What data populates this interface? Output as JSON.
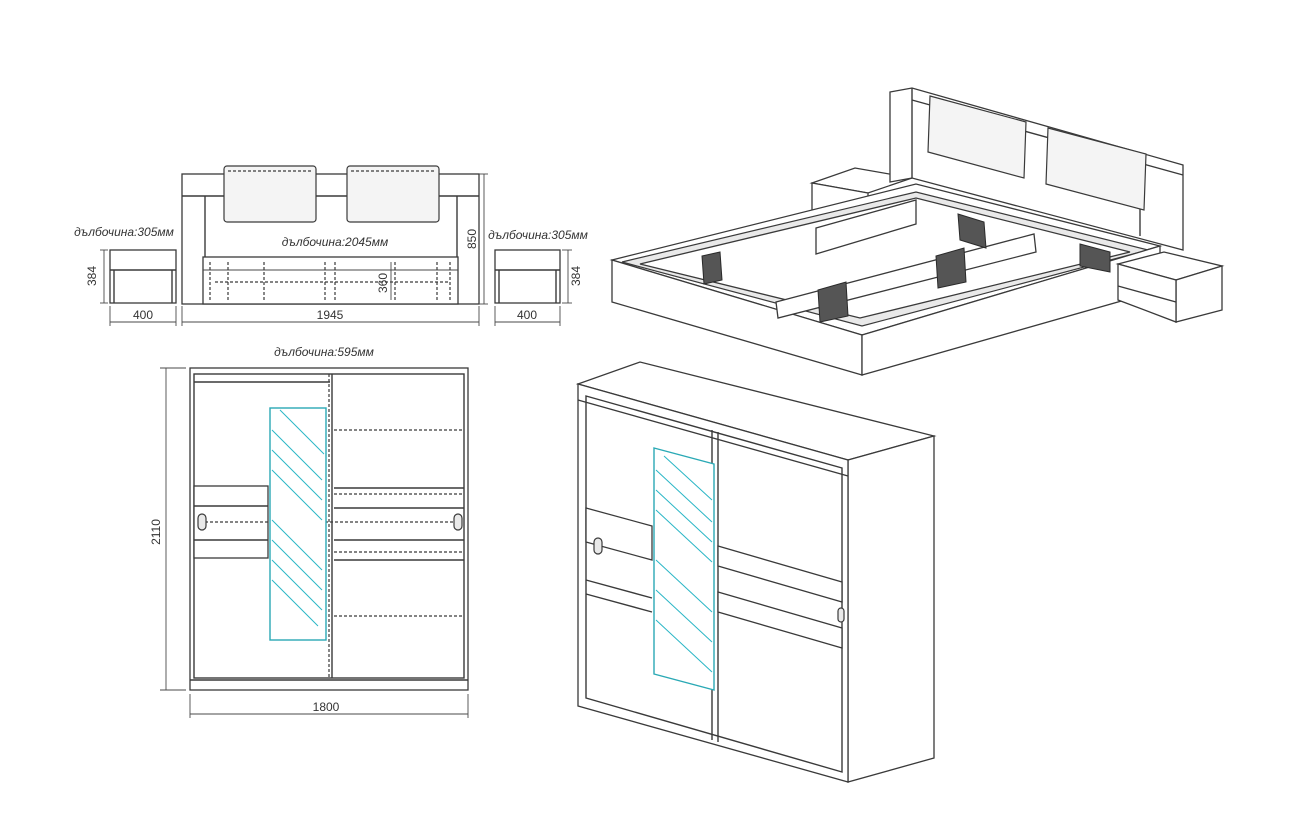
{
  "labels": {
    "nightstand_depth_left": "дълбочина:305мм",
    "nightstand_depth_right": "дълбочина:305мм",
    "bed_depth": "дълбочина:2045мм",
    "wardrobe_depth": "дълбочина:595мм"
  },
  "dimensions": {
    "nightstand_left_height": "384",
    "nightstand_left_width": "400",
    "nightstand_right_height": "384",
    "nightstand_right_width": "400",
    "bed_width": "1945",
    "bed_height": "850",
    "bed_frame_height": "360",
    "wardrobe_height": "2110",
    "wardrobe_width": "1800"
  },
  "colors": {
    "line": "#3a3a3a",
    "mirror": "#29b6c6",
    "background": "#ffffff"
  }
}
